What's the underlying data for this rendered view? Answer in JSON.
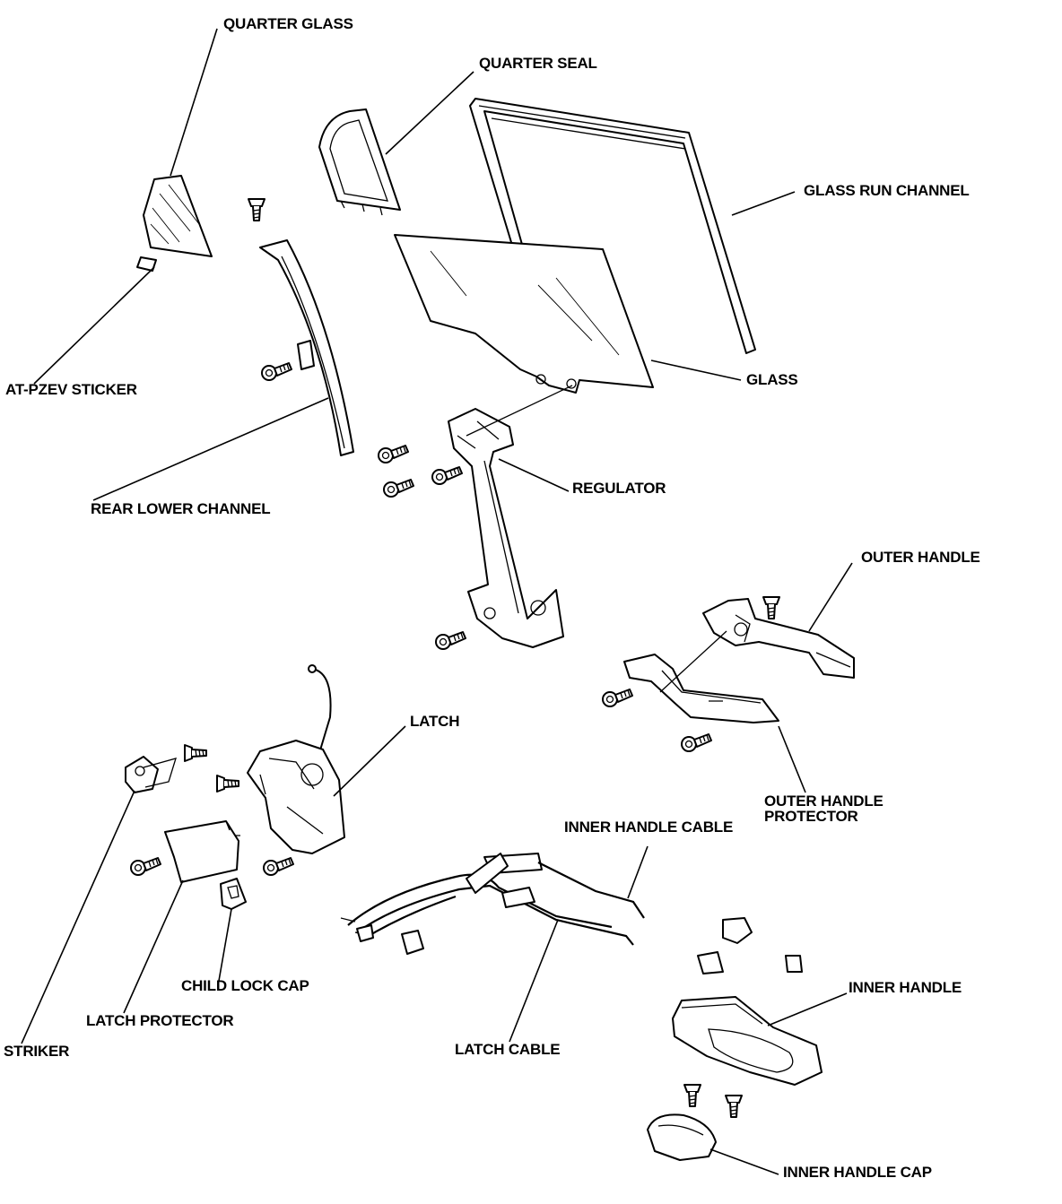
{
  "labels": {
    "quarter_glass": "QUARTER GLASS",
    "quarter_seal": "QUARTER SEAL",
    "glass_run_channel": "GLASS RUN CHANNEL",
    "at_pzev_sticker": "AT-PZEV STICKER",
    "glass": "GLASS",
    "regulator": "REGULATOR",
    "rear_lower_channel": "REAR LOWER CHANNEL",
    "outer_handle": "OUTER HANDLE",
    "latch": "LATCH",
    "outer_handle_protector_line1": "OUTER HANDLE",
    "outer_handle_protector_line2": "PROTECTOR",
    "inner_handle_cable": "INNER HANDLE CABLE",
    "inner_handle": "INNER HANDLE",
    "child_lock_cap": "CHILD LOCK CAP",
    "latch_protector": "LATCH PROTECTOR",
    "striker": "STRIKER",
    "latch_cable": "LATCH CABLE",
    "inner_handle_cap": "INNER HANDLE CAP"
  }
}
